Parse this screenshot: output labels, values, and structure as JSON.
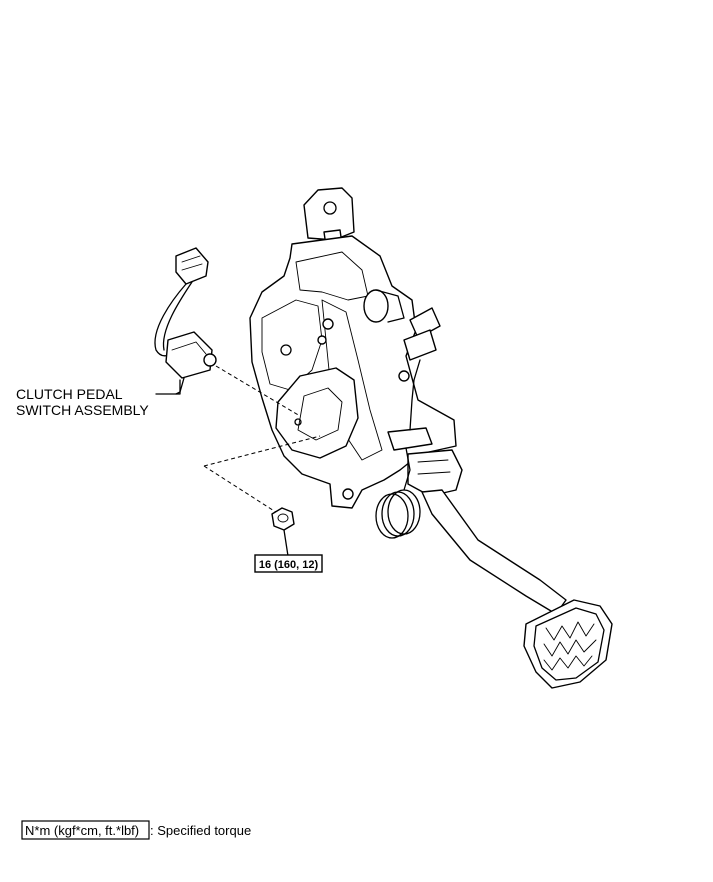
{
  "labels": {
    "switch_line1": "CLUTCH PEDAL",
    "switch_line2": "SWITCH ASSEMBLY",
    "torque_value": "16 (160, 12)"
  },
  "legend": {
    "unit_box": "N*m (kgf*cm, ft.*lbf)",
    "unit_description": ": Specified torque"
  },
  "colors": {
    "line": "#000000",
    "background": "#ffffff"
  }
}
